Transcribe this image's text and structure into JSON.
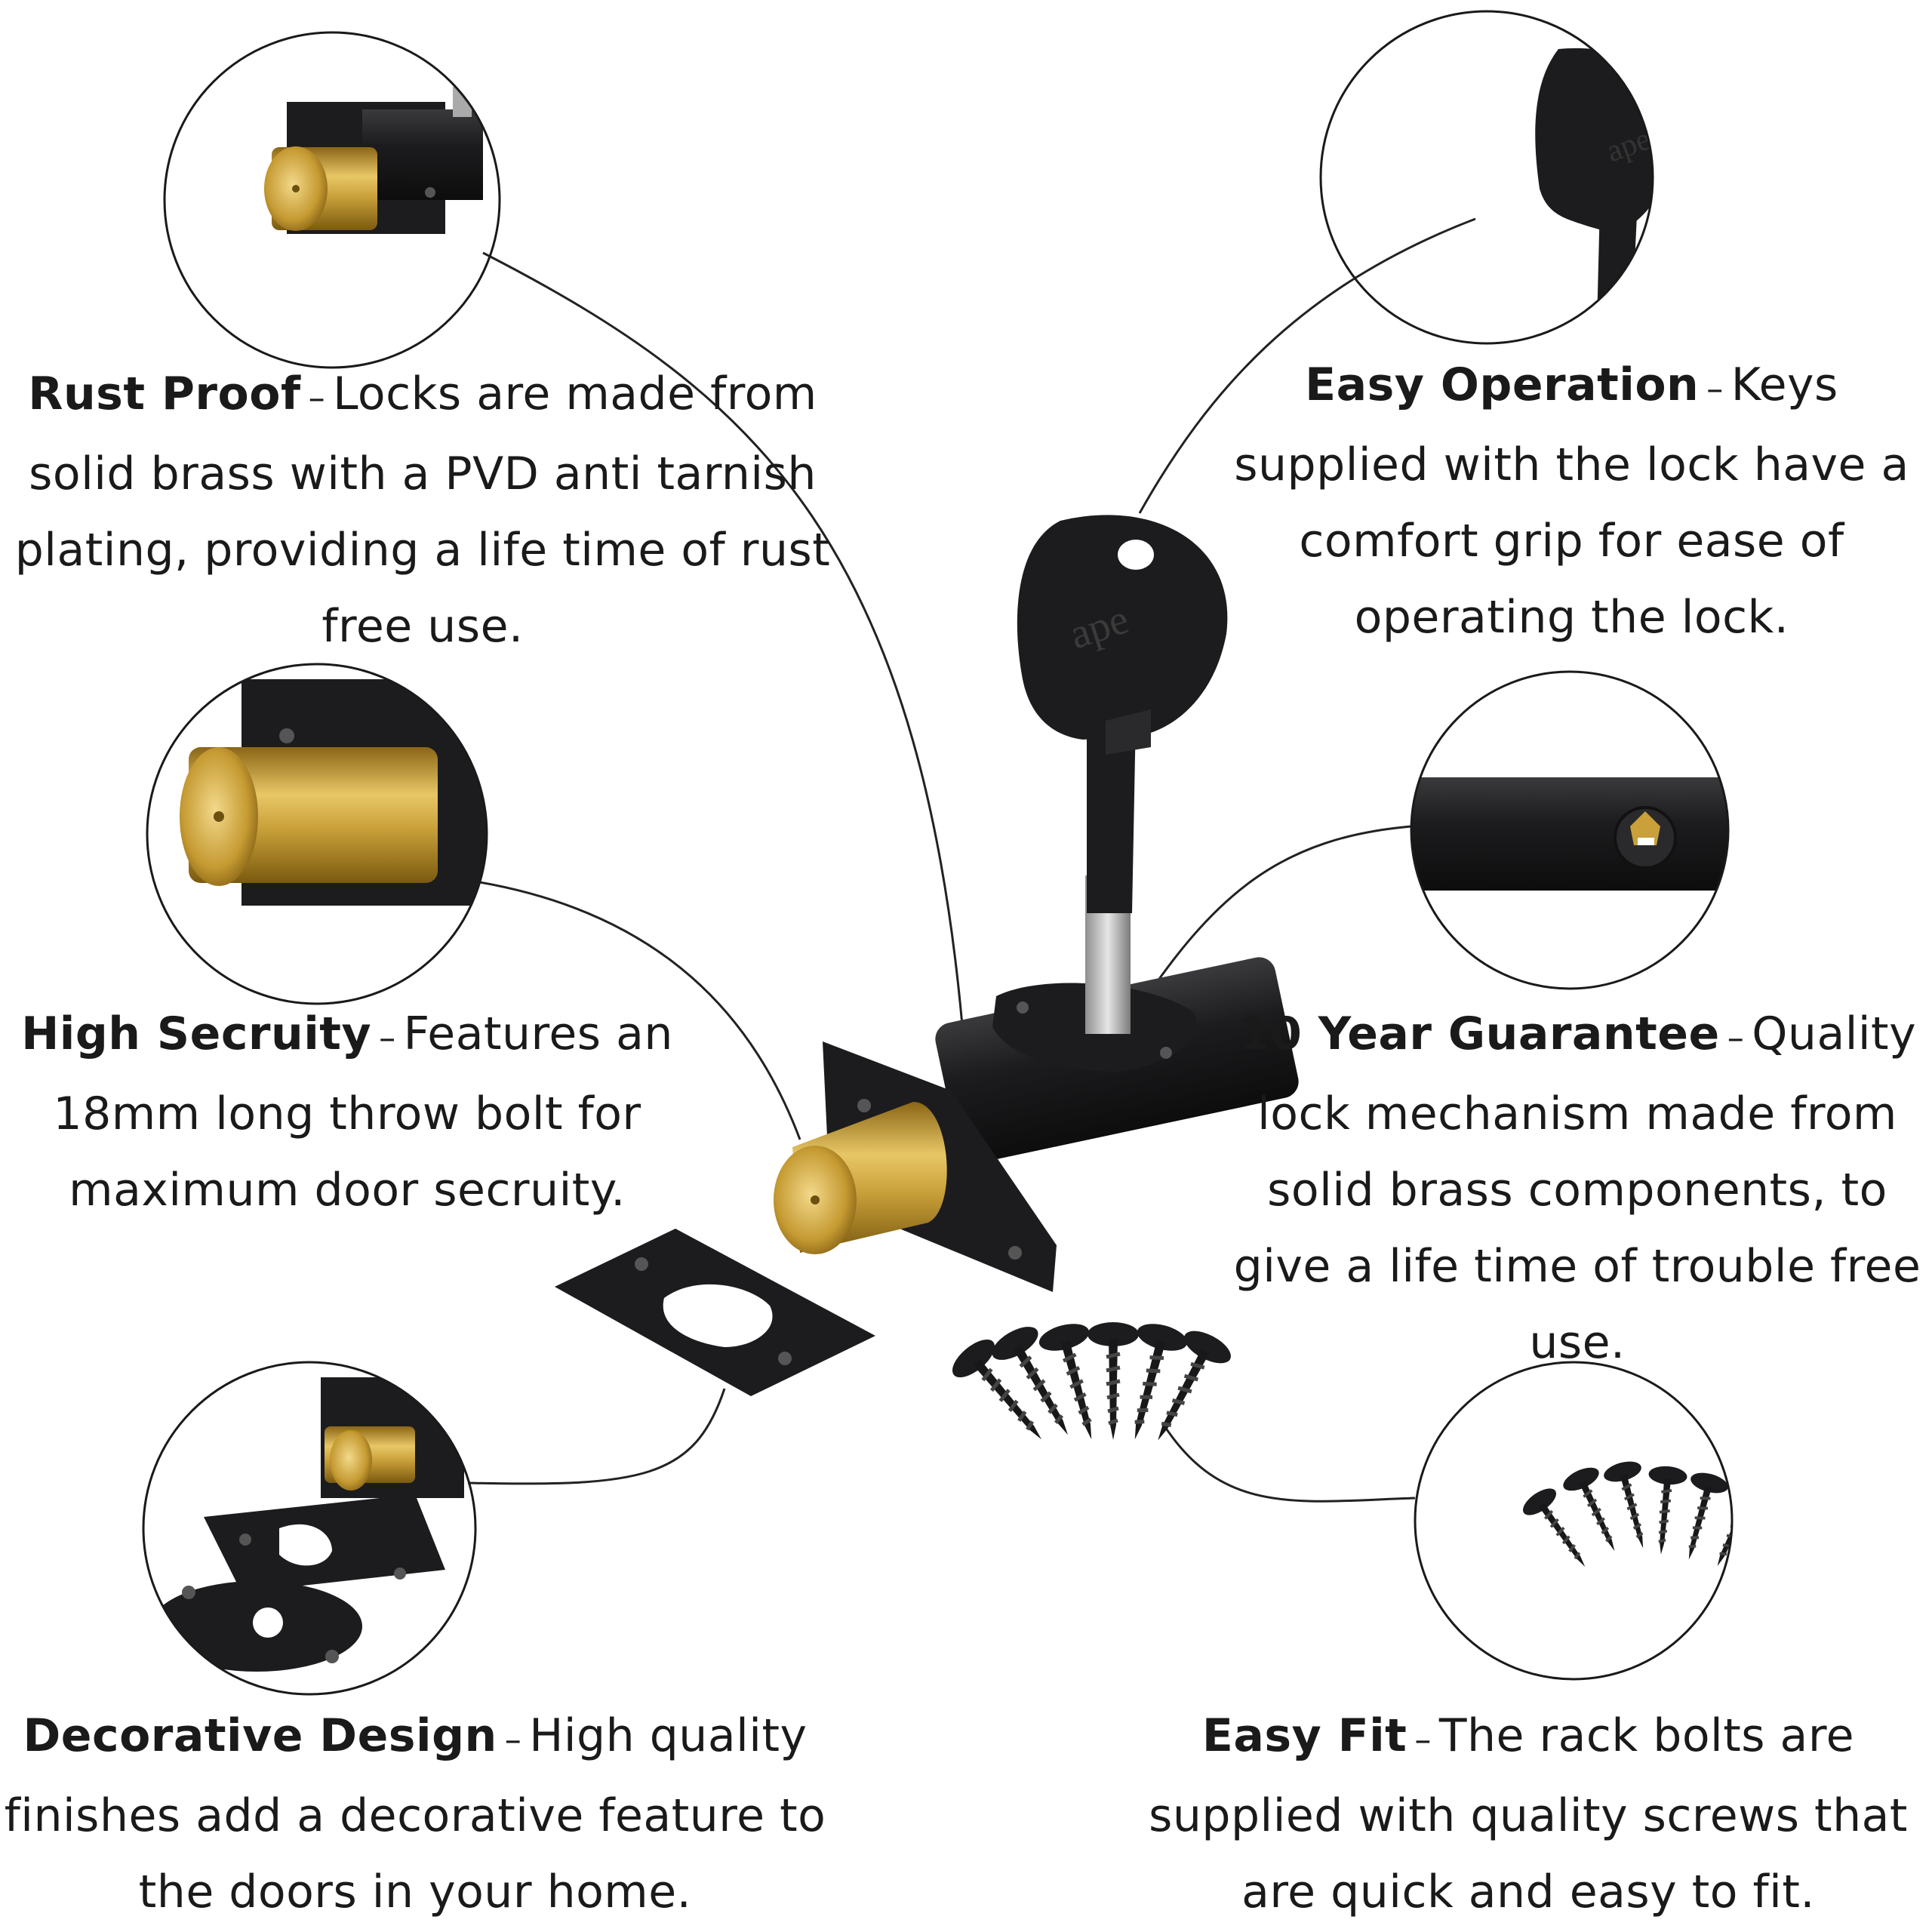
{
  "features": {
    "rust_proof": {
      "title": "Rust Proof",
      "dash": "–",
      "body": "Locks are made from solid brass with a PVD anti tarnish plating, providing a life time of rust free use."
    },
    "easy_operation": {
      "title": "Easy Operation",
      "dash": "–",
      "body": "Keys supplied with the lock have a comfort grip for ease of operating the lock."
    },
    "high_security": {
      "title": "High Secruity",
      "dash": "–",
      "body": "Features an 18mm long throw bolt for maximum door secruity."
    },
    "guarantee": {
      "title": "10 Year Guarantee",
      "dash": "–",
      "body": "Quality lock mechanism made from solid brass components, to give a life time of trouble free use."
    },
    "decorative_design": {
      "title": "Decorative Design",
      "dash": "–",
      "body": "High quality finishes add a decorative feature to the doors in your home."
    },
    "easy_fit": {
      "title": "Easy Fit",
      "dash": "–",
      "body": "The rack bolts are supplied with quality screws that are quick and easy to fit."
    }
  },
  "key_logo_text": "ape",
  "colors": {
    "background": "#ffffff",
    "text": "#1a1a1a",
    "matte_black": "#1c1c1e",
    "brass": "#c9a03a",
    "leader_line": "#222222"
  }
}
